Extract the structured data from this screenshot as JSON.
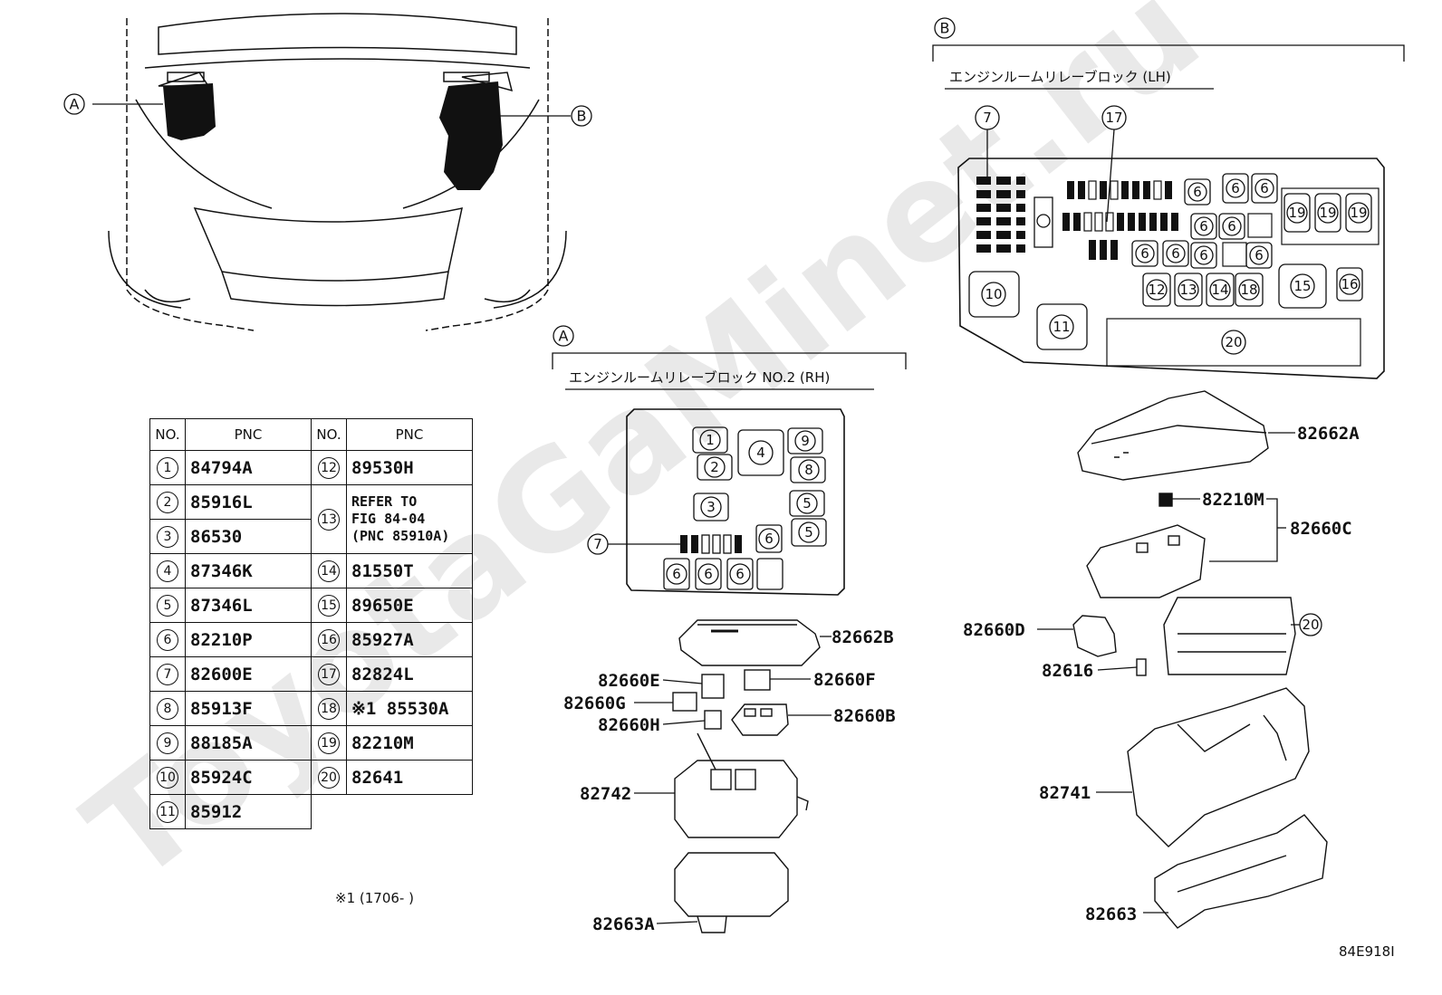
{
  "watermark": "ToyotaGaMinet.ru",
  "view_a_label": "A",
  "view_b_label": "B",
  "block_a_title": "エンジンルームリレーブロック NO.2 (RH)",
  "block_b_title": "エンジンルームリレーブロック (LH)",
  "table": {
    "header_no": "NO.",
    "header_pnc": "PNC",
    "left": [
      {
        "no": "1",
        "pnc": "84794A"
      },
      {
        "no": "2",
        "pnc": "85916L"
      },
      {
        "no": "3",
        "pnc": "86530"
      },
      {
        "no": "4",
        "pnc": "87346K"
      },
      {
        "no": "5",
        "pnc": "87346L"
      },
      {
        "no": "6",
        "pnc": "82210P"
      },
      {
        "no": "7",
        "pnc": "82600E"
      },
      {
        "no": "8",
        "pnc": "85913F"
      },
      {
        "no": "9",
        "pnc": "88185A"
      },
      {
        "no": "10",
        "pnc": "85924C"
      },
      {
        "no": "11",
        "pnc": "85912"
      }
    ],
    "right": [
      {
        "no": "12",
        "pnc": "89530H"
      },
      {
        "no": "13",
        "pnc": "REFER TO FIG 84-04 (PNC 85910A)",
        "l1": "REFER TO",
        "l2": "FIG 84-04",
        "l3": "(PNC 85910A)"
      },
      {
        "no": "14",
        "pnc": "81550T"
      },
      {
        "no": "15",
        "pnc": "89650E"
      },
      {
        "no": "16",
        "pnc": "85927A"
      },
      {
        "no": "17",
        "pnc": "82824L"
      },
      {
        "no": "18",
        "pnc": "※1 85530A"
      },
      {
        "no": "19",
        "pnc": "82210M"
      },
      {
        "no": "20",
        "pnc": "82641"
      }
    ]
  },
  "footnote": "※1 (1706-      )",
  "figure_code": "84E918I",
  "callouts": {
    "c82662A": "82662A",
    "c82210M": "82210M",
    "c82660C": "82660C",
    "c82660D": "82660D",
    "c82616": "82616",
    "c20": "20",
    "c82741": "82741",
    "c82663": "82663",
    "c82662B": "82662B",
    "c82660E": "82660E",
    "c82660F": "82660F",
    "c82660G": "82660G",
    "c82660H": "82660H",
    "c82660B": "82660B",
    "c82742": "82742",
    "c82663A": "82663A"
  },
  "block_a_nums": {
    "n1": "1",
    "n2": "2",
    "n3": "3",
    "n4": "4",
    "n5a": "5",
    "n5b": "5",
    "n6a": "6",
    "n6b": "6",
    "n6c": "6",
    "n6d": "6",
    "n7": "7",
    "n8": "8",
    "n9": "9"
  },
  "block_b_nums": {
    "n6a": "6",
    "n6b": "6",
    "n6c": "6",
    "n6d": "6",
    "n6e": "6",
    "n6f": "6",
    "n6g": "6",
    "n6h": "6",
    "n6i": "6",
    "n7": "7",
    "n10": "10",
    "n11": "11",
    "n12": "12",
    "n13": "13",
    "n14": "14",
    "n15": "15",
    "n16": "16",
    "n17": "17",
    "n18": "18",
    "n19a": "19",
    "n19b": "19",
    "n19c": "19",
    "n20": "20"
  }
}
